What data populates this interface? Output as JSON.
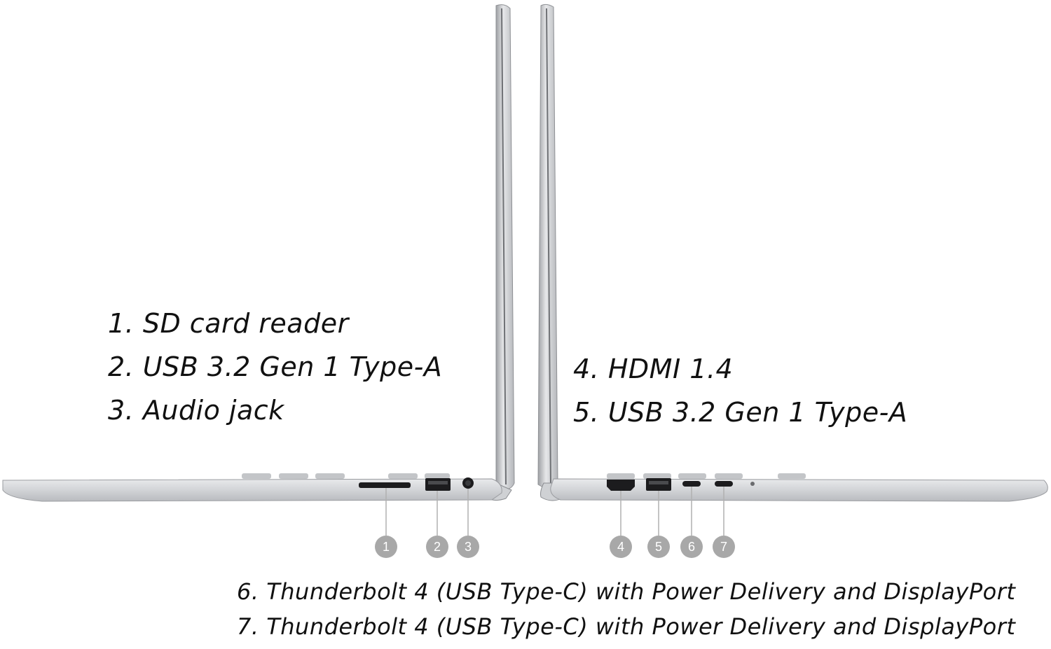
{
  "left_side_labels": {
    "item1": "1. SD card reader",
    "item2": "2. USB 3.2 Gen 1 Type-A",
    "item3": "3. Audio jack"
  },
  "right_side_labels": {
    "item4": "4. HDMI 1.4",
    "item5": "5. USB 3.2 Gen 1 Type-A"
  },
  "bottom_labels": {
    "item6": "6. Thunderbolt 4 (USB Type-C) with Power Delivery and DisplayPort",
    "item7": "7. Thunderbolt 4 (USB Type-C) with Power Delivery and DisplayPort"
  },
  "callouts": [
    "1",
    "2",
    "3",
    "4",
    "5",
    "6",
    "7"
  ],
  "colors": {
    "chassis_silver": "#c9cbcf",
    "port_black": "#1c1c1e",
    "callout_gray": "#a8a8a8",
    "text": "#111111"
  }
}
